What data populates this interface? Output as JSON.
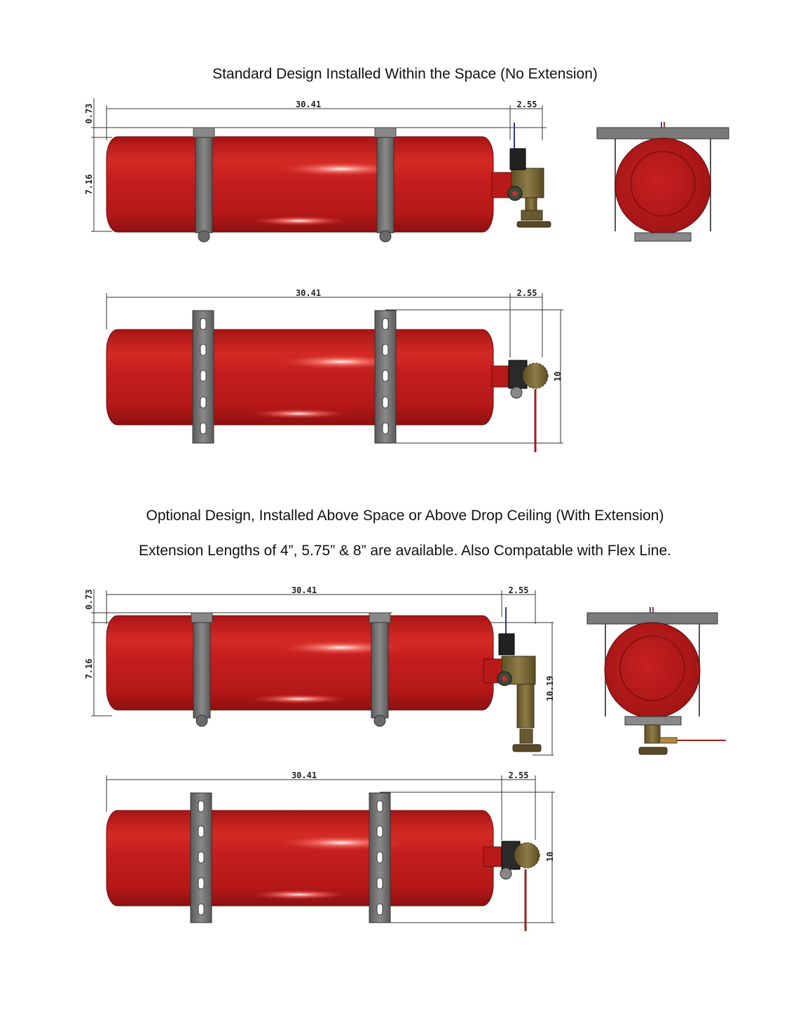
{
  "headings": {
    "standard": "Standard Design Installed Within the Space (No Extension)",
    "optional": "Optional Design, Installed Above Space or Above Drop Ceiling (With Extension)",
    "extension_note": "Extension Lengths of 4”, 5.75” & 8” are available. Also Compatable with Flex Line."
  },
  "dimensions": {
    "length": "30.41",
    "valve_offset": "2.55",
    "bracket_gap": "0.73",
    "diameter": "7.16",
    "width": "10",
    "extended_height": "10.19"
  },
  "colors": {
    "tank_red": "#c81e1e",
    "bracket_gray": "#6e6e6e",
    "valve_brass": "#7a6a3a"
  }
}
